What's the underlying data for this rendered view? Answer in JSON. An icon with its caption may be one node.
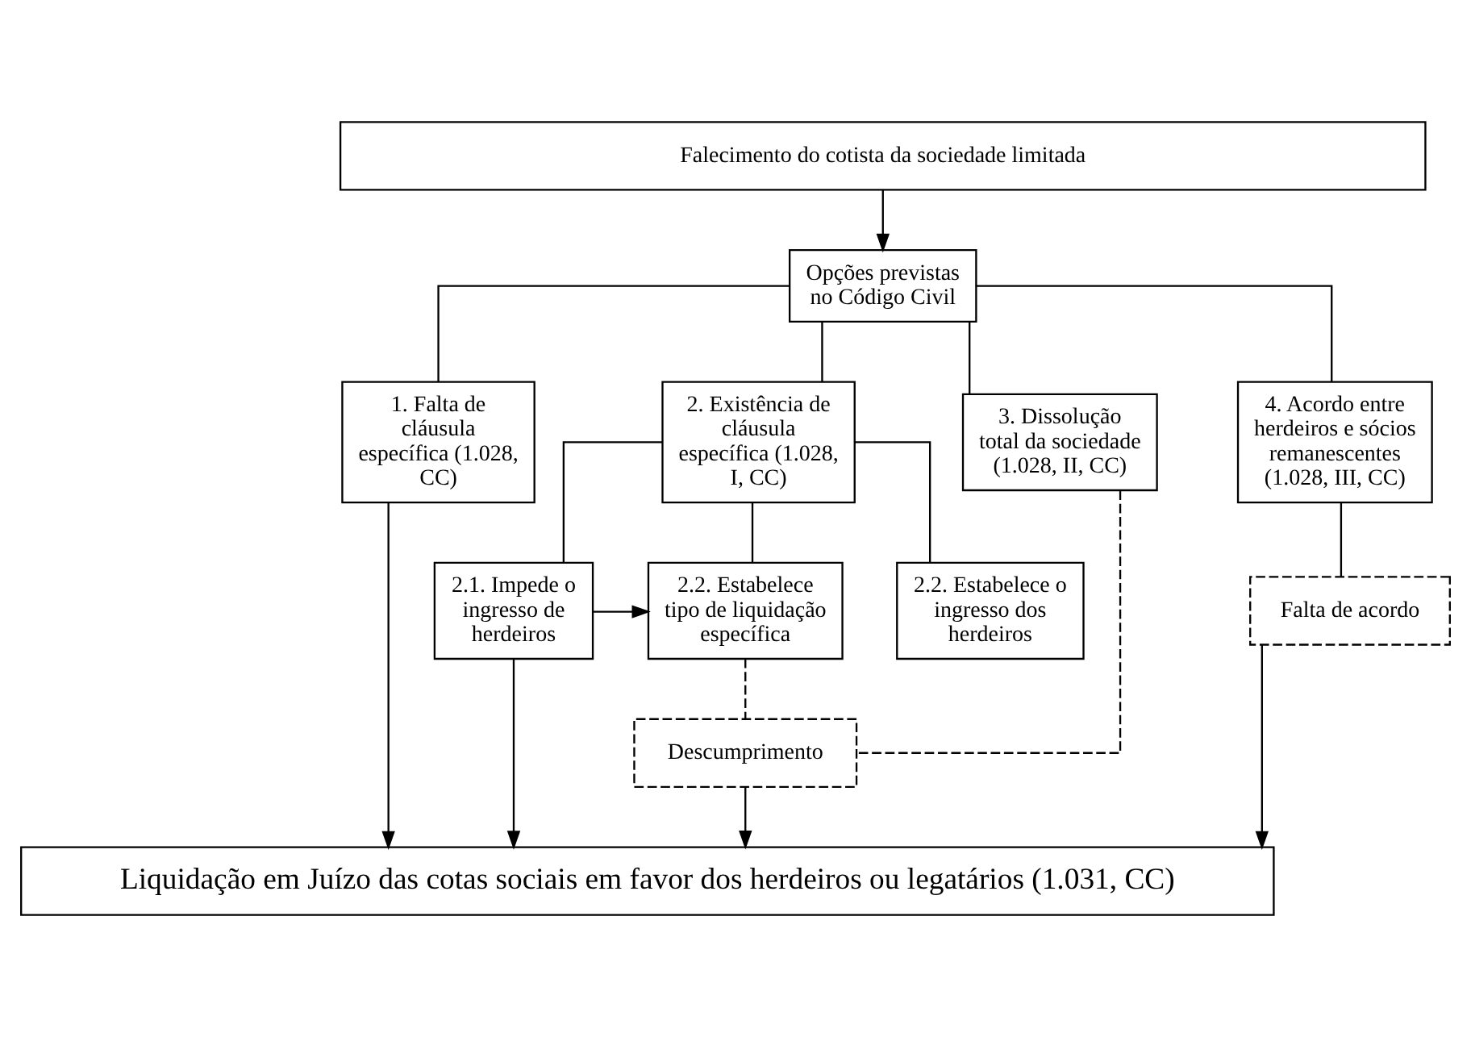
{
  "diagram": {
    "nodes": [
      {
        "text": [
          "Falecimento do cotista da sociedade limitada"
        ]
      },
      {
        "text": [
          "Opções previstas no Código Civil"
        ]
      },
      {
        "text": [
          "1. Falta de cláusula específica (1.028, CC)"
        ]
      },
      {
        "text": [
          "2. Existência de cláusula específica (1.028, I, CC)"
        ]
      },
      {
        "text": [
          "3. Dissolução total da sociedade (1.028, II, CC)"
        ]
      },
      {
        "text": [
          "4. Acordo entre herdeiros e sócios remanescentes (1.028, III, CC)"
        ]
      },
      {
        "text": [
          "2.1. Impede o ingresso de herdeiros"
        ]
      },
      {
        "text": [
          "2.2. Estabelece tipo de liquidação específica"
        ]
      },
      {
        "text": [
          "2.2. Estabelece o ingresso dos herdeiros"
        ]
      },
      {
        "text": [
          "Falta de acordo"
        ]
      },
      {
        "text": [
          "Descumprimento"
        ]
      },
      {
        "text": [
          "Liquidação em Juízo das cotas sociais em favor dos herdeiros ou legatários (1.031, CC)"
        ]
      }
    ],
    "edges": [
      {
        "from": 0,
        "to": 1,
        "arrow": "to"
      },
      {
        "from": 1,
        "to": 2,
        "arrow": "none"
      },
      {
        "from": 1,
        "to": 3,
        "arrow": "none"
      },
      {
        "from": 1,
        "to": 4,
        "arrow": "none"
      },
      {
        "from": 1,
        "to": 5,
        "arrow": "none"
      },
      {
        "from": 3,
        "to": 6,
        "arrow": "none"
      },
      {
        "from": 3,
        "to": 7,
        "arrow": "none"
      },
      {
        "from": 3,
        "to": 8,
        "arrow": "none"
      },
      {
        "from": 6,
        "to": 7,
        "arrow": "to"
      },
      {
        "from": 2,
        "to": 11,
        "arrow": "to"
      },
      {
        "from": 6,
        "to": 11,
        "arrow": "to"
      },
      {
        "from": 4,
        "to": 10,
        "arrow": "none",
        "style": "dashed"
      },
      {
        "from": 7,
        "to": 10,
        "arrow": "none",
        "style": "dashed"
      },
      {
        "from": 10,
        "to": 11,
        "arrow": "to"
      },
      {
        "from": 5,
        "to": 9,
        "arrow": "none"
      },
      {
        "from": 9,
        "to": 11,
        "arrow": "to"
      }
    ]
  }
}
